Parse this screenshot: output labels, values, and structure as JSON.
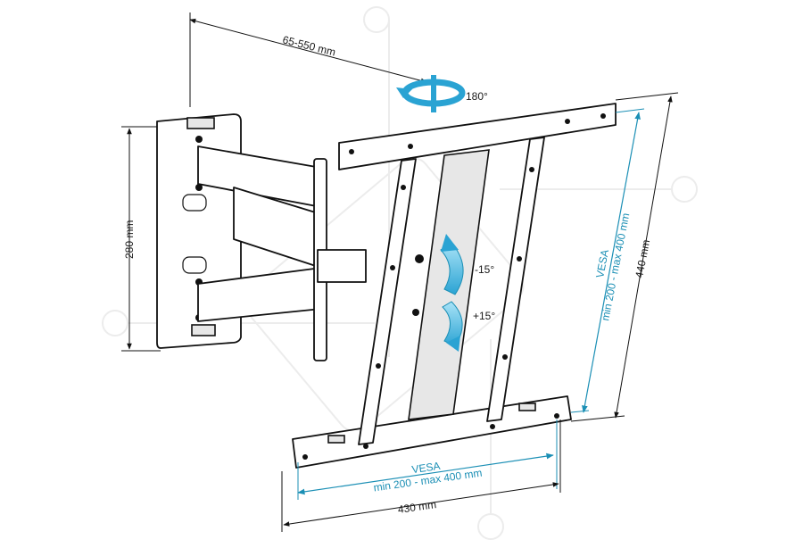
{
  "labels": {
    "depth": "65-550 mm",
    "rotation": "180°",
    "height_wall": "280 mm",
    "tilt_up": "-15°",
    "tilt_down": "+15°",
    "vesa_v_title": "VESA",
    "vesa_v_range": "min 200 - max 400 mm",
    "height_total": "440 mm",
    "vesa_h_title": "VESA",
    "vesa_h_range": "min 200 - max 400 mm",
    "width_total": "430 mm"
  },
  "colors": {
    "accent": "#1b8fb5",
    "arrow_fill": "#7fd0ee",
    "line": "#111111"
  }
}
